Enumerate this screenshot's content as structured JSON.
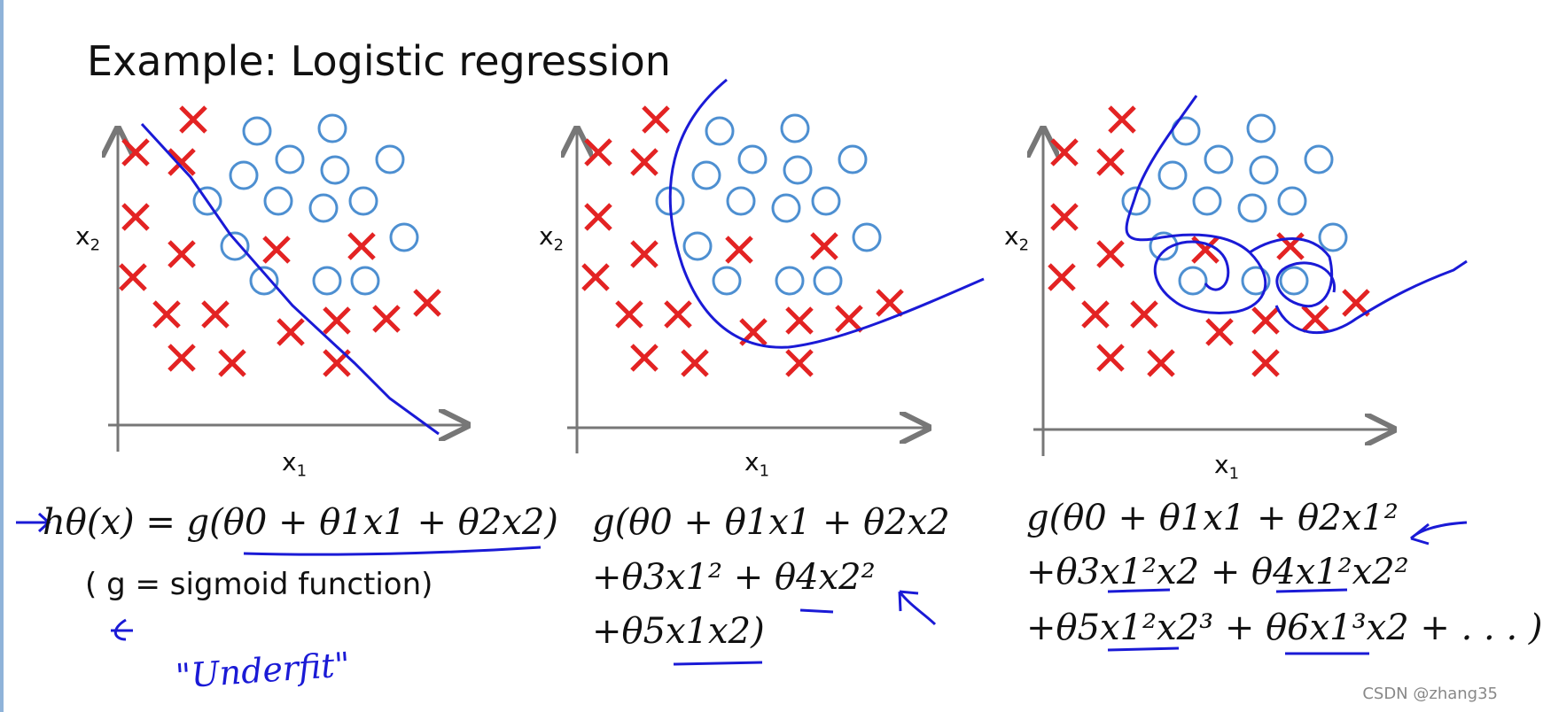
{
  "title": "Example: Logistic regression",
  "colors": {
    "cross": "#e32323",
    "circle": "#4d8fd1",
    "boundary": "#1a1ad6",
    "axis": "#777777"
  },
  "panels": [
    {
      "xlabel": "x",
      "xsub": "1",
      "ylabel": "x",
      "ysub": "2"
    },
    {
      "xlabel": "x",
      "xsub": "1",
      "ylabel": "x",
      "ysub": "2"
    },
    {
      "xlabel": "x",
      "xsub": "1",
      "ylabel": "x",
      "ysub": "2"
    }
  ],
  "formulas": {
    "panel1_line1": "hθ(x) = g(θ0 + θ1x1 + θ2x2)",
    "panel1_line2": "( g = sigmoid function)",
    "panel2_line1": "g(θ0 + θ1x1 + θ2x2",
    "panel2_line2": "+θ3x1² + θ4x2²",
    "panel2_line3": "+θ5x1x2)",
    "panel3_line1": "g(θ0 + θ1x1 + θ2x1²",
    "panel3_line2": "+θ3x1²x2 + θ4x1²x2²",
    "panel3_line3": "+θ5x1²x2³ + θ6x1³x2 + . . . )"
  },
  "annotation": "\"Underfit\"",
  "watermark": "CSDN @zhang35"
}
